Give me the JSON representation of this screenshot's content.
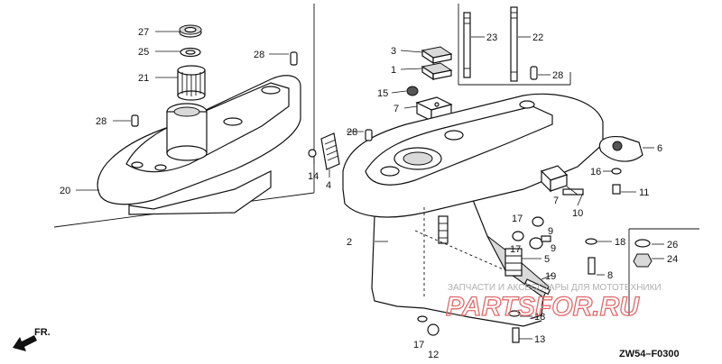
{
  "diagram_code": "ZW54–F0300",
  "front_marker": "FR.",
  "callouts": [
    "27",
    "25",
    "21",
    "28",
    "28",
    "20",
    "14",
    "4",
    "28",
    "3",
    "1",
    "15",
    "7",
    "23",
    "22",
    "28",
    "6",
    "16",
    "11",
    "7",
    "10",
    "17",
    "9",
    "17",
    "9",
    "18",
    "2",
    "5",
    "19",
    "8",
    "26",
    "24",
    "18",
    "17",
    "12",
    "13"
  ],
  "watermark": {
    "caption": "ЗАПЧАСТИ И АКСЕССУАРЫ ДЛЯ МОТОТЕХНИКИ",
    "logo": "PARTSFOR.RU"
  }
}
